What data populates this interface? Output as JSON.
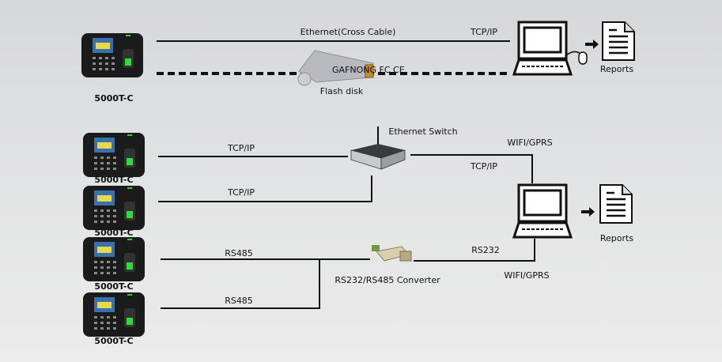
{
  "top": {
    "device_label": "5000T-C",
    "ethernet_label": "Ethernet(Cross Cable)",
    "tcpip_label": "TCP/IP",
    "flash_label": "Flash disk",
    "flash_brand": "GAFNONG FC CE",
    "reports_label": "Reports"
  },
  "bottom": {
    "device_labels": [
      "5000T-C",
      "5000T-C",
      "5000T-C",
      "5000T-C"
    ],
    "line_labels": [
      "TCP/IP",
      "TCP/IP",
      "RS485",
      "RS485"
    ],
    "switch_label": "Ethernet Switch",
    "wifi_top": "WIFI/GPRS",
    "tcpip_right": "TCP/IP",
    "converter_label": "RS232/RS485 Converter",
    "rs232_label": "RS232",
    "wifi_bottom": "WIFI/GPRS",
    "reports_label": "Reports"
  }
}
